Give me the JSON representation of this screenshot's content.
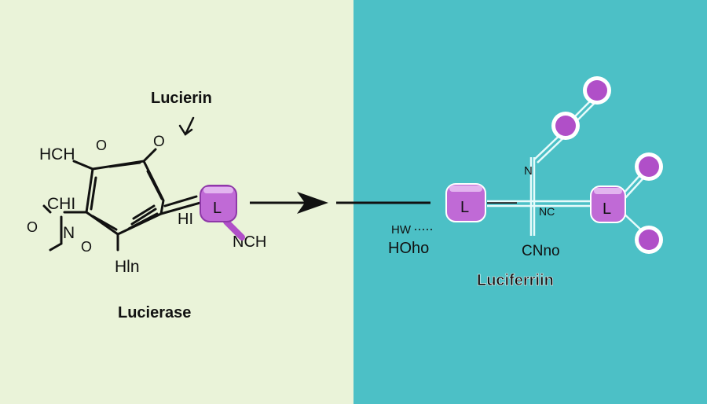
{
  "colors": {
    "left_background": "#eaf3d9",
    "right_background": "#4cc0c6",
    "ink": "#111111",
    "purple_fill": "#b04fc8",
    "purple_light": "#d9a2e8",
    "white": "#ffffff"
  },
  "left": {
    "title": "Lucierin",
    "caption": "Lucierase",
    "atoms": {
      "hch": "HCH",
      "o_top": "O",
      "o_right": "O",
      "chi": "CHI",
      "o_left": "O",
      "n": "N",
      "o_bottom": "O",
      "hln": "Hln",
      "hi": "HI",
      "nch": "NCH"
    },
    "block_glyph": "L"
  },
  "right": {
    "caption": "Luciferriin",
    "atoms": {
      "hw": "HW",
      "hoho": "HOho",
      "n": "N",
      "nc": "NC",
      "cno": "CNno"
    },
    "block_glyph": "L"
  },
  "icons": [
    "reaction-arrow-icon",
    "pointer-arrow-icon",
    "molecule-block-icon",
    "purple-atom-icon"
  ]
}
